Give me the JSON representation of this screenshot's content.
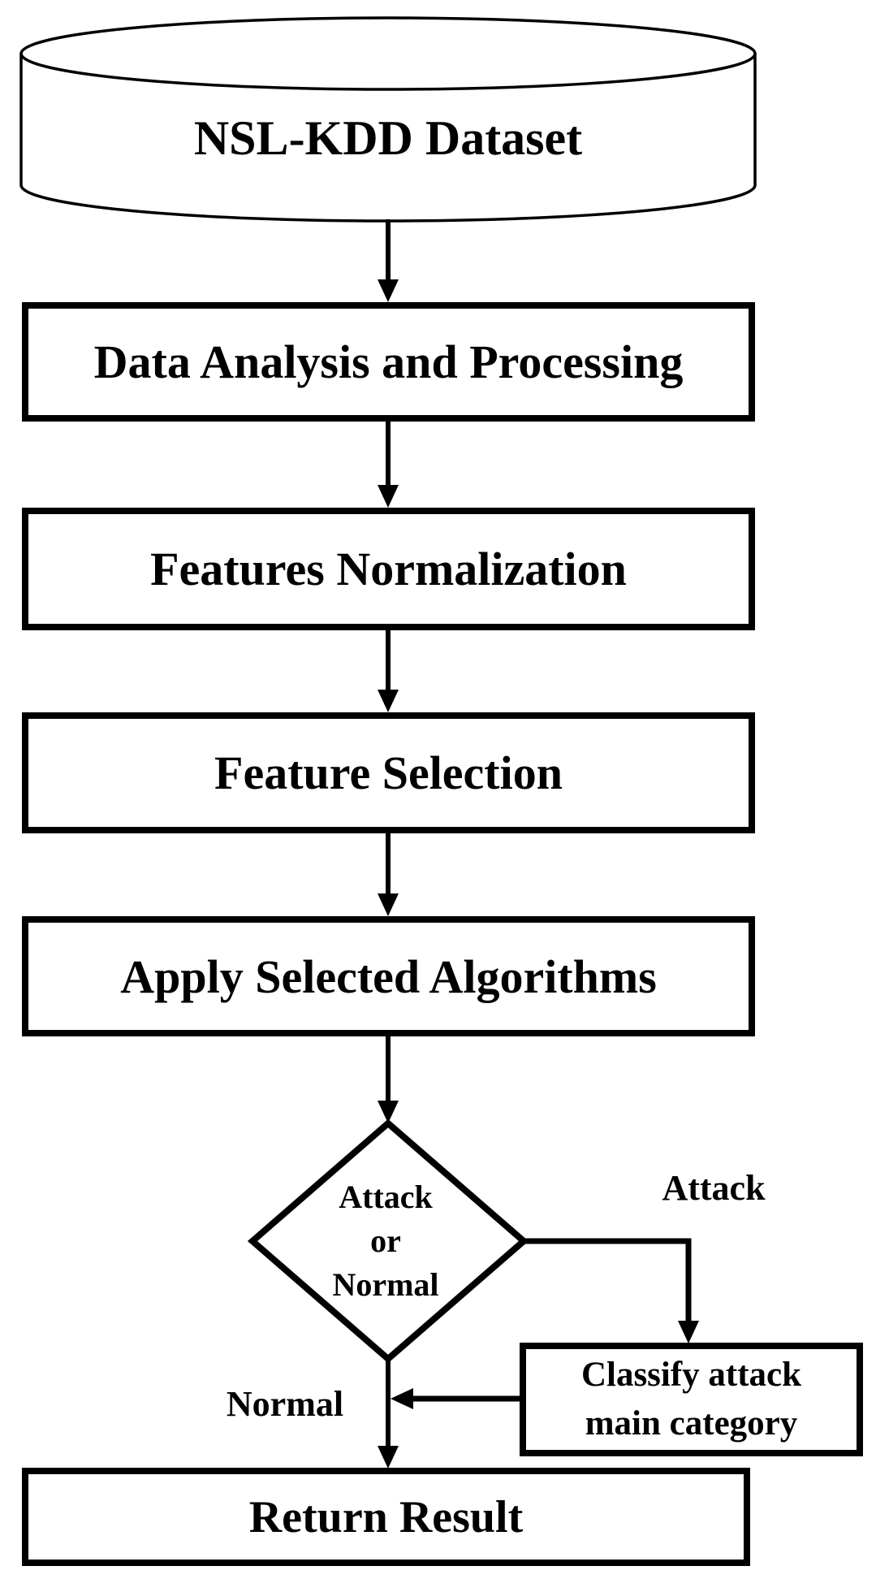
{
  "diagram": {
    "type": "flowchart",
    "colors": {
      "background": "#ffffff",
      "line": "#000000",
      "text": "#000000",
      "shape_fill": "#ffffff"
    },
    "nodes": {
      "dataset": {
        "shape": "cylinder",
        "label": "NSL-KDD Dataset"
      },
      "data_analysis": {
        "shape": "process",
        "label": "Data Analysis and Processing"
      },
      "features_normalization": {
        "shape": "process",
        "label": "Features Normalization"
      },
      "feature_selection": {
        "shape": "process",
        "label": "Feature Selection"
      },
      "apply_algorithms": {
        "shape": "process",
        "label": "Apply Selected Algorithms"
      },
      "decision": {
        "shape": "diamond",
        "lines": [
          "Attack",
          "or",
          "Normal"
        ]
      },
      "classify_attack": {
        "shape": "process",
        "lines": [
          "Classify attack",
          "main category"
        ]
      },
      "return_result": {
        "shape": "process",
        "label": "Return Result"
      }
    },
    "edge_labels": {
      "attack_branch": "Attack",
      "normal_branch": "Normal"
    },
    "flow": [
      "dataset -> data_analysis",
      "data_analysis -> features_normalization",
      "features_normalization -> feature_selection",
      "feature_selection -> apply_algorithms",
      "apply_algorithms -> decision",
      "decision -Attack-> classify_attack",
      "classify_attack -> normal_line",
      "decision -Normal-> return_result"
    ]
  }
}
